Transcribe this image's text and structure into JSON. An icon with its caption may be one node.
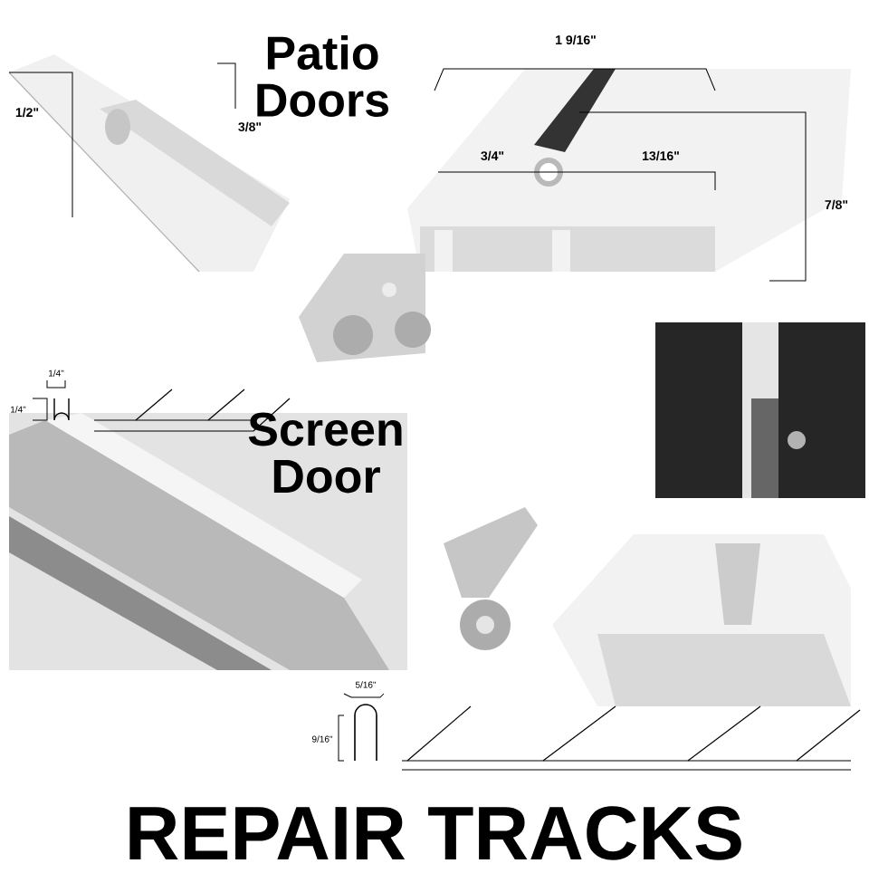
{
  "diagram": {
    "title": "REPAIR TRACKS",
    "labels": [
      "Patio Doors",
      "1 9/16\"",
      "1/2\"",
      "3/8\"",
      "3/4\"",
      "13/16\"",
      "7/8\"",
      "1/4\"",
      "1/4\"",
      "Screen Door",
      "5/16\"",
      "9/16\""
    ]
  }
}
